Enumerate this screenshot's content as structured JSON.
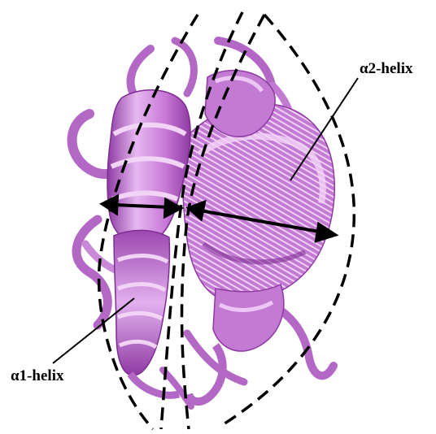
{
  "labels": {
    "alpha2": "α2-helix",
    "alpha1": "α1-helix"
  },
  "colors": {
    "background": "#ffffff",
    "protein_light": "#e6b8f0",
    "protein_mid": "#c878d6",
    "protein_dark": "#8e3aa3",
    "outline": "#000000"
  },
  "icons": {
    "protein": "ribbon-structure",
    "width_marker": "double-headed-arrow"
  }
}
